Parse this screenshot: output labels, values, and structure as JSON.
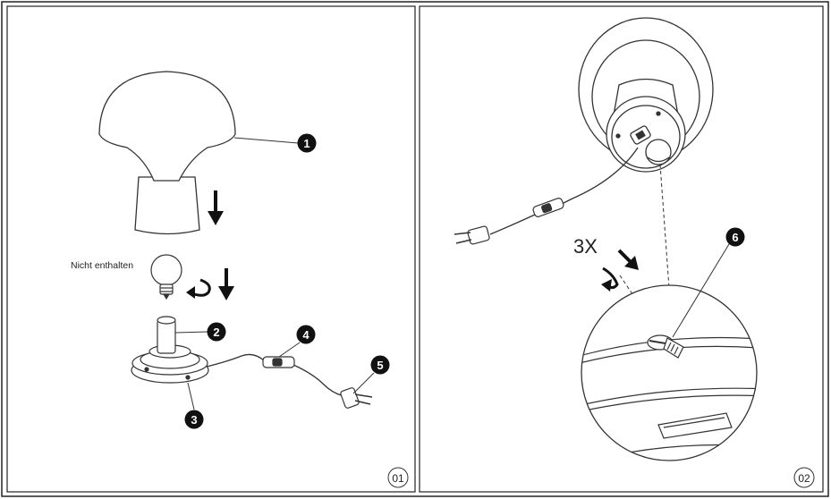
{
  "panel_left": {
    "caption": "Nicht enthalten",
    "page_number": "01",
    "callouts": [
      "1",
      "2",
      "3",
      "4",
      "5"
    ]
  },
  "panel_right": {
    "repeat_label": "3X",
    "page_number": "02",
    "callouts": [
      "6"
    ]
  }
}
